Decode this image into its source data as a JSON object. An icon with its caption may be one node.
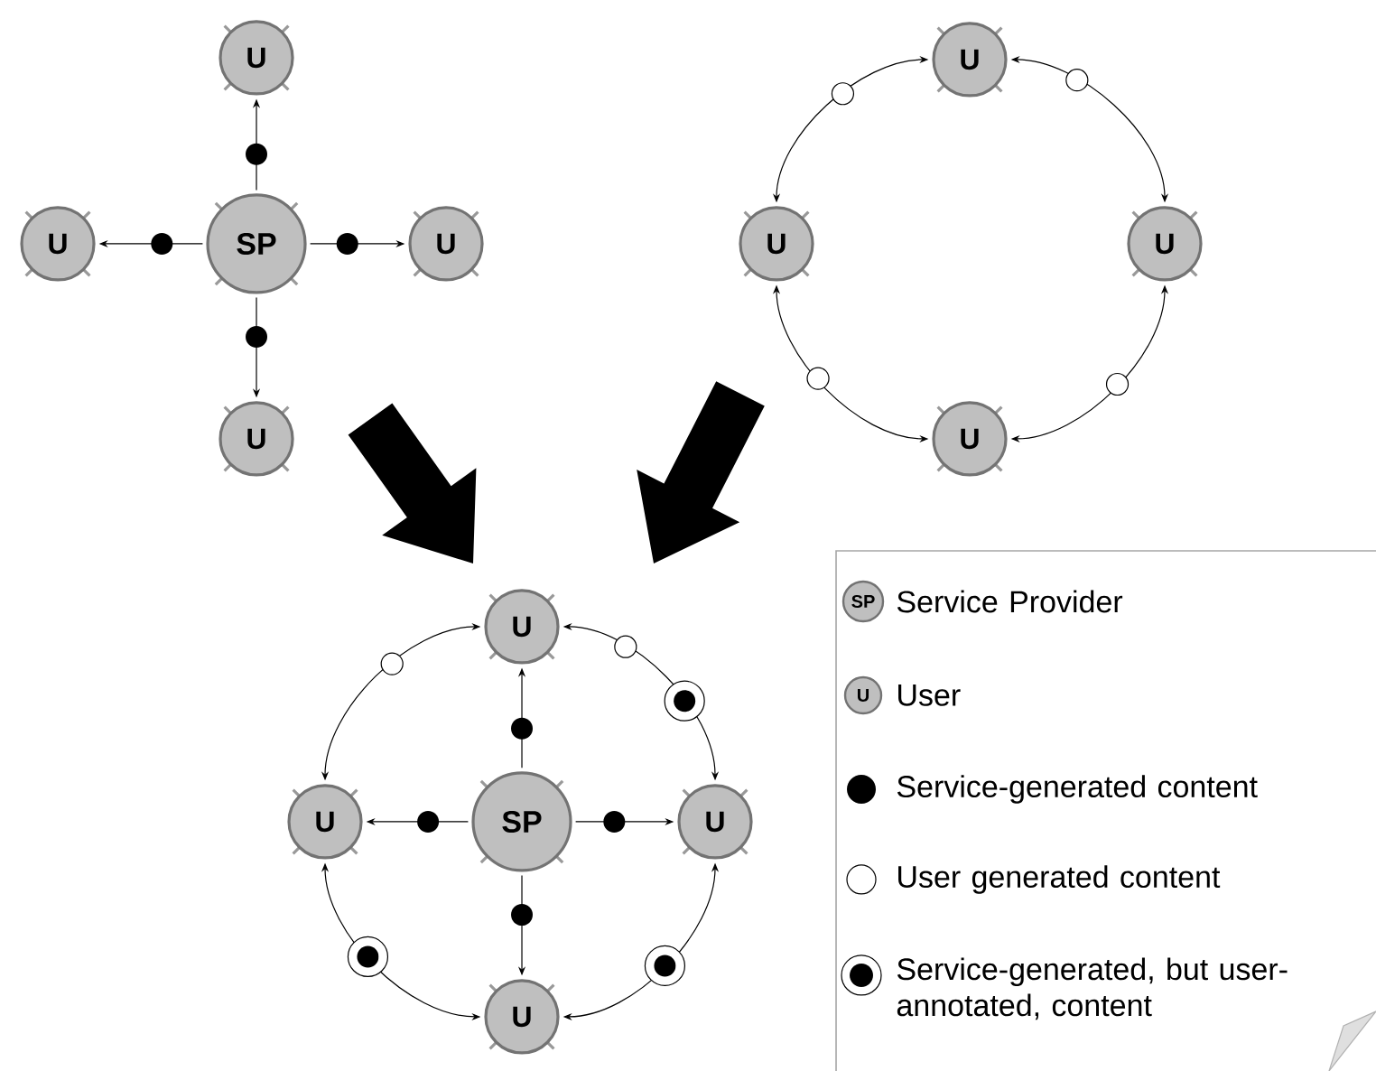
{
  "diagram": {
    "nodes": [
      {
        "text": [
          "SP"
        ]
      },
      {
        "text": [
          "U"
        ]
      },
      {
        "text": [
          "U"
        ]
      },
      {
        "text": [
          "U"
        ]
      },
      {
        "text": [
          "U"
        ]
      },
      {
        "text": [
          "U"
        ]
      },
      {
        "text": [
          "U"
        ]
      },
      {
        "text": [
          "U"
        ]
      },
      {
        "text": [
          "U"
        ]
      },
      {
        "text": [
          "SP"
        ]
      },
      {
        "text": [
          "U"
        ]
      },
      {
        "text": [
          "U"
        ]
      },
      {
        "text": [
          "U"
        ]
      },
      {
        "text": [
          "U"
        ]
      }
    ],
    "edges": [
      {
        "from": 0,
        "to": 1,
        "arrow": "to"
      },
      {
        "from": 0,
        "to": 2,
        "arrow": "to"
      },
      {
        "from": 0,
        "to": 3,
        "arrow": "to"
      },
      {
        "from": 0,
        "to": 4,
        "arrow": "to"
      },
      {
        "from": 5,
        "to": 6,
        "arrow": "both"
      },
      {
        "from": 5,
        "to": 7,
        "arrow": "both"
      },
      {
        "from": 6,
        "to": 8,
        "arrow": "both"
      },
      {
        "from": 7,
        "to": 8,
        "arrow": "both"
      },
      {
        "from": 9,
        "to": 10,
        "arrow": "to"
      },
      {
        "from": 9,
        "to": 11,
        "arrow": "to"
      },
      {
        "from": 9,
        "to": 12,
        "arrow": "to"
      },
      {
        "from": 9,
        "to": 13,
        "arrow": "to"
      },
      {
        "from": 10,
        "to": 11,
        "arrow": "both"
      },
      {
        "from": 10,
        "to": 12,
        "arrow": "both"
      },
      {
        "from": 11,
        "to": 13,
        "arrow": "both"
      },
      {
        "from": 12,
        "to": 13,
        "arrow": "both"
      }
    ],
    "labels": [
      "SP",
      "U"
    ],
    "legend": [
      {
        "text": "Service Provider"
      },
      {
        "text": "User"
      },
      {
        "text": "Service-generated content"
      },
      {
        "text": "User generated content"
      },
      {
        "text": "Service-generated, but user-annotated, content"
      }
    ]
  }
}
